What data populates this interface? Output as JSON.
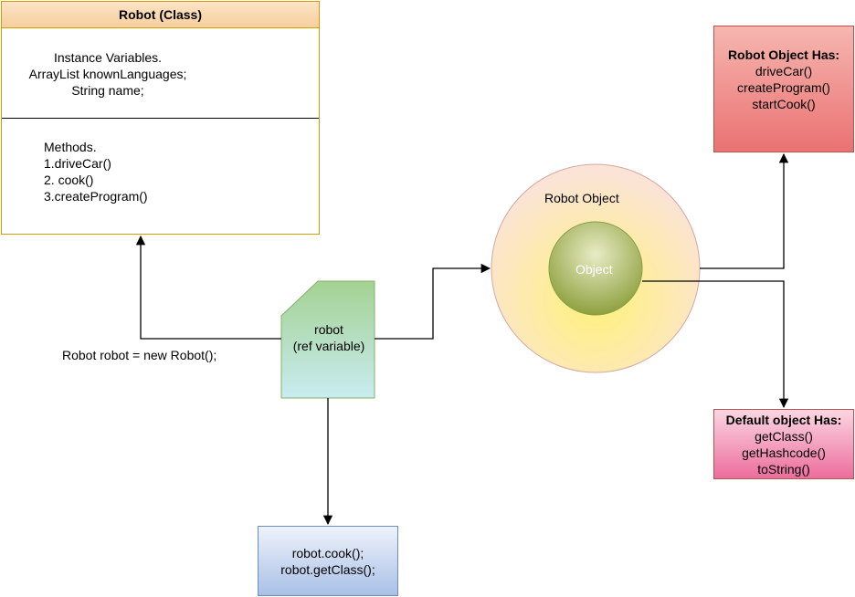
{
  "class_box": {
    "title": "Robot (Class)",
    "vars_heading": "Instance Variables.",
    "vars": [
      "ArrayList knownLanguages;",
      "String name;"
    ],
    "methods_heading": "Methods.",
    "methods": [
      "1.driveCar()",
      "2. cook()",
      "3.createProgram()"
    ]
  },
  "ref_variable": {
    "line1": "robot",
    "line2": "(ref variable)"
  },
  "assignment": "Robot robot = new Robot();",
  "calls": [
    "robot.cook();",
    "robot.getClass();"
  ],
  "robot_object": {
    "outer_label": "Robot Object",
    "inner_label": "Object"
  },
  "robot_object_has": {
    "title": "Robot Object Has:",
    "items": [
      "driveCar()",
      "createProgram()",
      "startCook()"
    ]
  },
  "default_object_has": {
    "title": "Default object Has:",
    "items": [
      "getClass()",
      "getHashcode()",
      "toString()"
    ]
  },
  "colors": {
    "class_border": "#d79b00",
    "ref_fill": "#a9d39d",
    "call_border": "#6c8ebf",
    "has_fill": "#ea7272",
    "default_fill": "#ec6d9c",
    "object_outer": "#fff2a8",
    "object_inner": "#9aab57"
  },
  "icons": [
    "robot-figure-icon",
    "watermark-logo-icon"
  ]
}
